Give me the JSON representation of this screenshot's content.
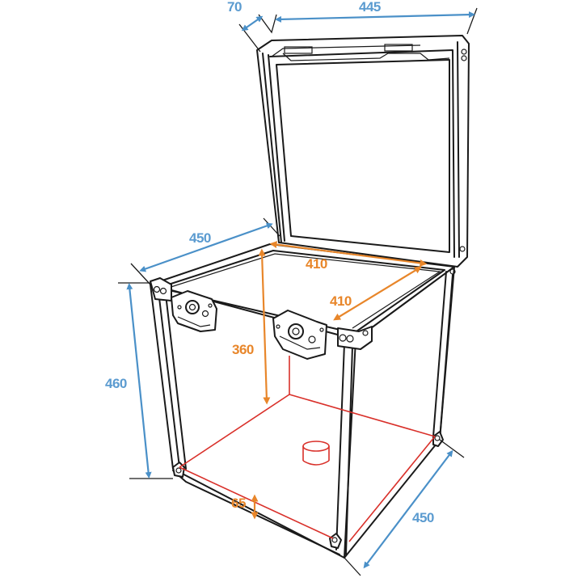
{
  "diagram": {
    "subject": "Flight case with open lid — dimension drawing",
    "units": "mm",
    "colors": {
      "outline": "#1a1a1a",
      "external_dimension": "#5b9bd0",
      "internal_dimension": "#e8862a",
      "interior_edges": "#d9302a",
      "background": "#ffffff"
    },
    "dimensions": {
      "external": {
        "lid_height_label": "70",
        "lid_width_label": "445",
        "top_width_label": "450",
        "height_label": "460",
        "depth_label": "450"
      },
      "internal": {
        "width_label": "410",
        "depth_label": "410",
        "height_label": "360",
        "foot_height_label": "65"
      }
    }
  }
}
